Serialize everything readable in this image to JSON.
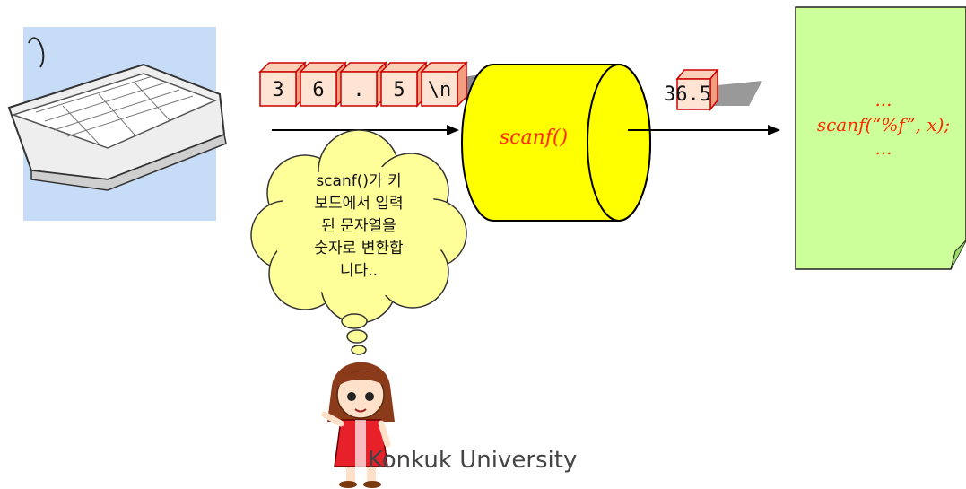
{
  "input_chars": [
    "3",
    "6",
    ".",
    "5",
    "\\n"
  ],
  "function_label": "scanf()",
  "output_value": "36.5",
  "document": {
    "line1": "...",
    "line2": "scanf(“%f”, x);",
    "line3": "..."
  },
  "bubble_text": "scanf()가 키\n보드에서 입력\n된 문자열을\n숫자로 변환합\n니다..",
  "footer": "Konkuk University",
  "colors": {
    "box_fill": "#ffe4d4",
    "box_border": "#cc0000",
    "cylinder": "#ffff00",
    "document": "#ccff99",
    "keyboard_bg": "#c7dcf7",
    "bubble": "#ffff99",
    "accent_text": "#ff2a00"
  },
  "icons": [
    "keyboard-icon",
    "girl-character-icon"
  ]
}
